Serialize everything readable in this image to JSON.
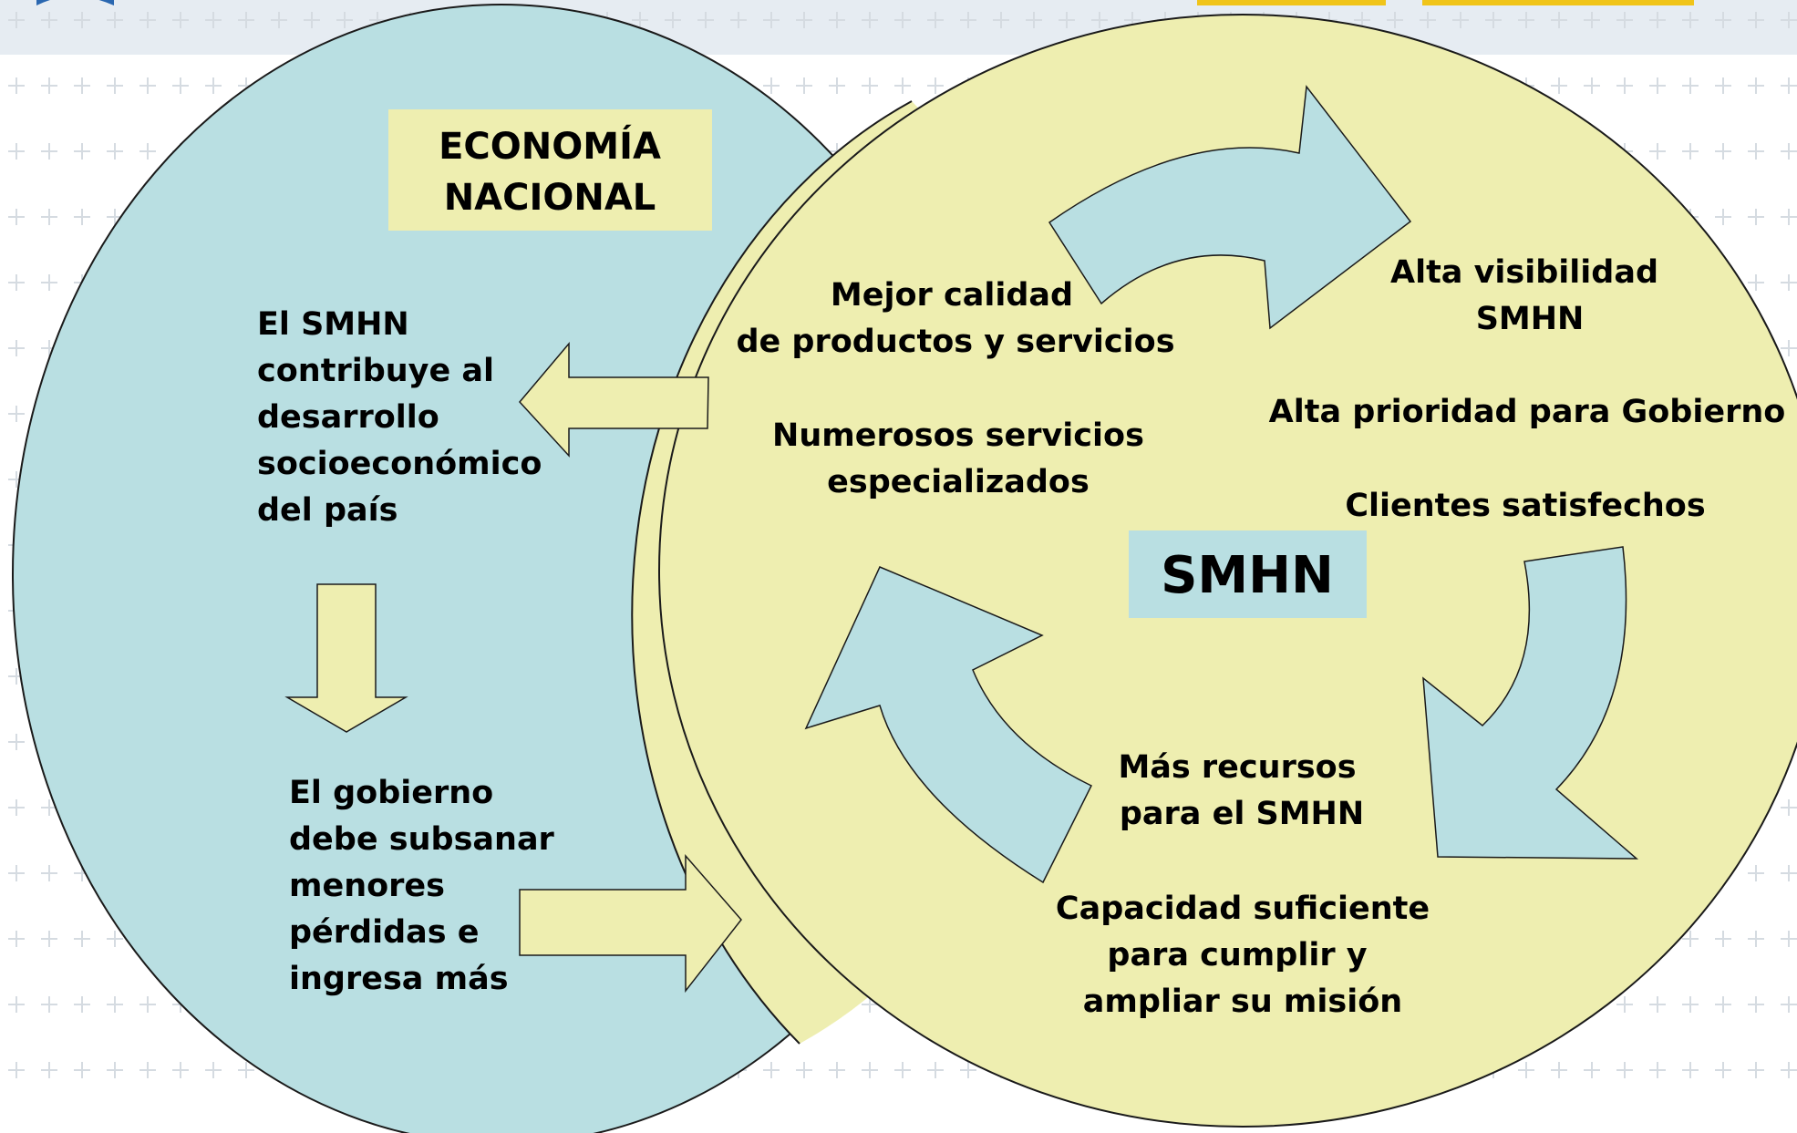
{
  "colors": {
    "background": "#ffffff",
    "grid_plus": "#d5dbe1",
    "top_band": "#b8c6d4",
    "left_circle_fill": "#b9dfe2",
    "right_circle_fill": "#eeeeb0",
    "arrow_cycle_fill": "#b9dfe2",
    "arrow_flow_fill": "#eeeeb0",
    "outline": "#1a1a1a",
    "economy_box": "#eeeeb0",
    "smhn_box": "#b9dfe2",
    "top_tab": "#f0c419",
    "logo": "#2a67b0"
  },
  "economy_box": {
    "lines": [
      "ECONOMÍA",
      "NACIONAL"
    ]
  },
  "smhn_box": {
    "label": "SMHN"
  },
  "left_texts": {
    "contribution": [
      "El SMHN",
      "contribuye al",
      "desarrollo",
      "socioeconómico",
      "del país"
    ],
    "government": [
      "El gobierno",
      "debe subsanar",
      "menores",
      "pérdidas e",
      "ingresa más"
    ]
  },
  "cycle_texts": {
    "quality": [
      "Mejor calidad",
      "de productos y servicios"
    ],
    "services": [
      "Numerosos servicios",
      "especializados"
    ],
    "visibility": [
      "Alta visibilidad",
      "SMHN"
    ],
    "priority": [
      "Alta prioridad para Gobierno"
    ],
    "clients": [
      "Clientes satisfechos"
    ],
    "resources": [
      "Más recursos",
      "para el SMHN"
    ],
    "capacity": [
      "Capacidad suficiente",
      "para cumplir  y",
      "ampliar su misión"
    ]
  },
  "icons": {
    "logo": "logo-emblem-icon",
    "arrow_top": "curved-arrow-right-icon",
    "arrow_right": "curved-arrow-down-icon",
    "arrow_left": "curved-arrow-up-icon",
    "arrow_to_economy": "arrow-left-icon",
    "arrow_down": "arrow-down-icon",
    "arrow_to_smhn": "arrow-right-icon"
  }
}
